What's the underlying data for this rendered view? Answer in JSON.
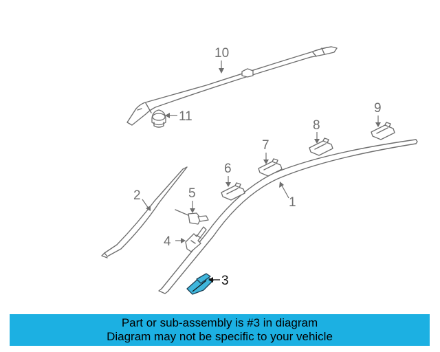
{
  "diagram": {
    "callouts": {
      "c1": "1",
      "c2": "2",
      "c3": "3",
      "c4": "4",
      "c5": "5",
      "c6": "6",
      "c7": "7",
      "c8": "8",
      "c9": "9",
      "c10": "10",
      "c11": "11"
    },
    "highlighted_part": "3",
    "highlight_color": "#3fb6dc"
  },
  "banner": {
    "line1": "Part or sub-assembly is #3 in diagram",
    "line2": "Diagram may not be specific to your vehicle",
    "color": "#1cb0e2"
  }
}
